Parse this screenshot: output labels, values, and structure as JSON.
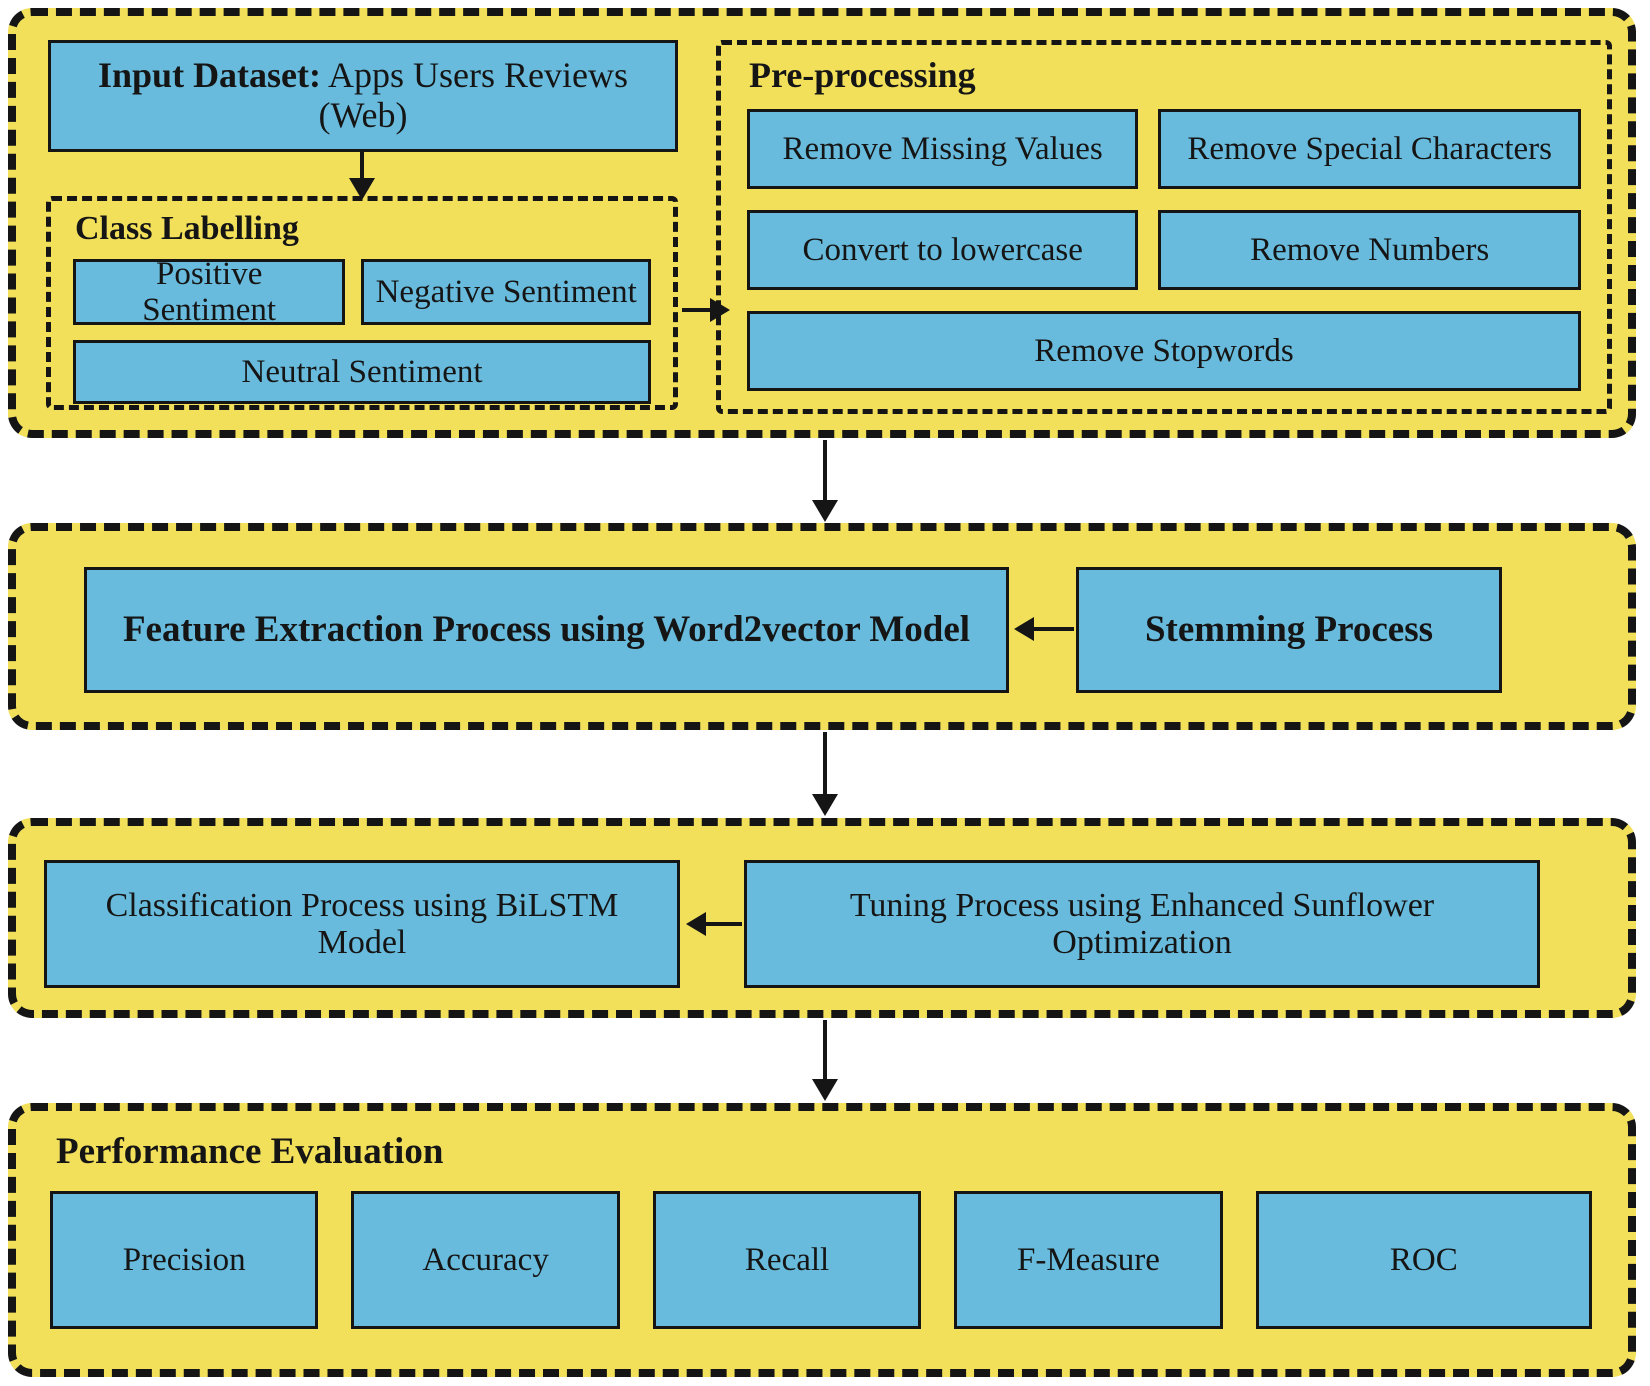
{
  "colors": {
    "section_background": "#F2E05B",
    "process_box": "#68BBDC",
    "line": "#151515"
  },
  "section1": {
    "input_dataset": {
      "label_bold": "Input Dataset:",
      "label_rest": " Apps Users Reviews (Web)"
    },
    "class_labelling": {
      "title": "Class Labelling",
      "items": [
        "Positive Sentiment",
        "Negative Sentiment",
        "Neutral Sentiment"
      ]
    },
    "preprocessing": {
      "title": "Pre-processing",
      "items": [
        "Remove Missing Values",
        "Remove Special Characters",
        "Convert to lowercase",
        "Remove Numbers",
        "Remove Stopwords"
      ]
    }
  },
  "section2": {
    "feature_extraction": "Feature Extraction Process using Word2vector Model",
    "stemming": "Stemming Process"
  },
  "section3": {
    "classification": "Classification Process using BiLSTM Model",
    "tuning": "Tuning Process using Enhanced Sunflower Optimization"
  },
  "section4": {
    "title": "Performance Evaluation",
    "metrics": [
      "Precision",
      "Accuracy",
      "Recall",
      "F-Measure",
      "ROC"
    ]
  }
}
